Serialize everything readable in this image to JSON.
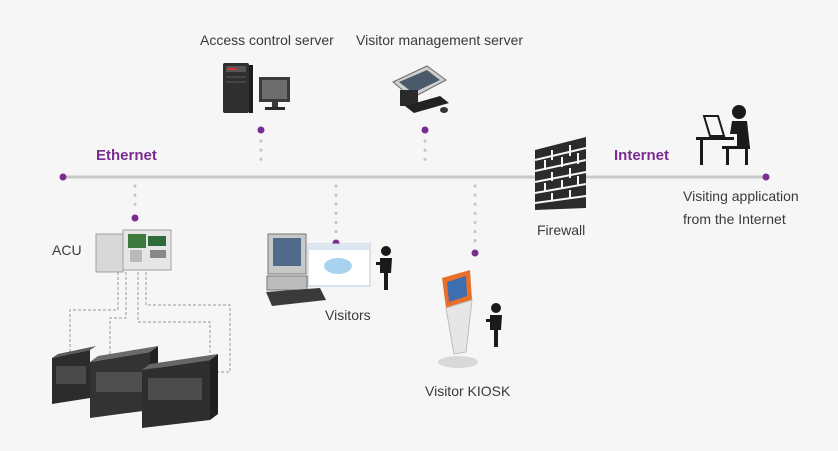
{
  "labels": {
    "access_server": "Access control server",
    "visitor_server": "Visitor management server",
    "ethernet": "Ethernet",
    "internet": "Internet",
    "firewall": "Firewall",
    "visiting_app_line1": "Visiting application",
    "visiting_app_line2": "from the Internet",
    "acu": "ACU",
    "visitors": "Visitors",
    "kiosk": "Visitor KIOSK"
  },
  "colors": {
    "accent": "#7a2d91",
    "line": "#c9c9c9",
    "text": "#3a3a3a",
    "background": "#f6f6f6"
  },
  "icons": [
    "tower-pc-icon",
    "workstation-icon",
    "firewall-icon",
    "person-laptop-icon",
    "acu-panel-icon",
    "desktop-pc-icon",
    "person-icon",
    "kiosk-icon",
    "turnstile-gates-icon"
  ]
}
